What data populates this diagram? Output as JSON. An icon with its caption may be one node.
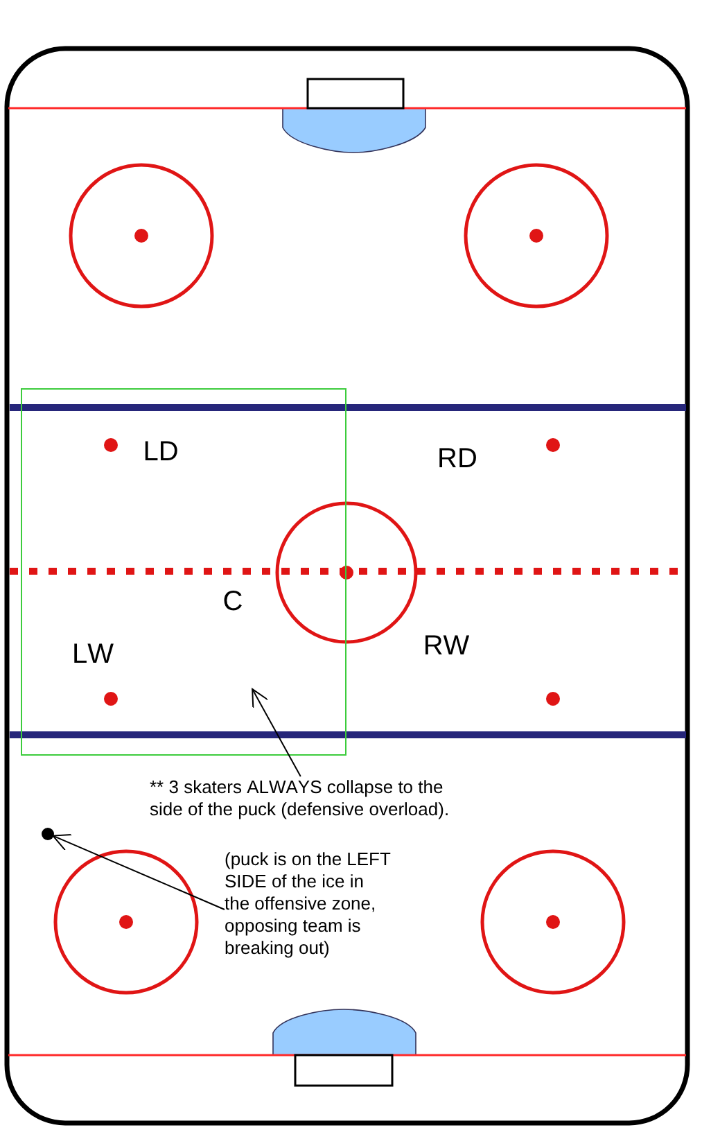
{
  "diagram": {
    "nodes": [
      {
        "text": [],
        "shape": "box"
      },
      {
        "text": [
          "** 3 skaters ALWAYS collapse to the side of the puck (defensive overload)."
        ]
      },
      {
        "text": [],
        "shape": "circle"
      },
      {
        "text": [
          "(puck is on the LEFT SIDE of the ice in the offensive zone, opposing team is breaking out)"
        ]
      }
    ],
    "edges": [
      {
        "from": 1,
        "to": 0,
        "arrow": "to"
      },
      {
        "from": 3,
        "to": 2,
        "arrow": "to"
      }
    ],
    "labels": [
      "LD",
      "RD",
      "C",
      "LW",
      "RW"
    ]
  }
}
